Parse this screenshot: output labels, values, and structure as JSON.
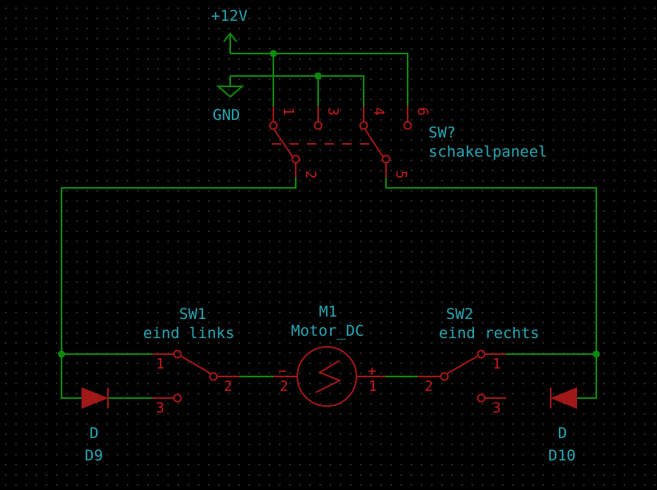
{
  "power": {
    "vcc_label": "+12V",
    "gnd_label": "GND"
  },
  "panel_switch": {
    "ref": "SW?",
    "value": "schakelpaneel",
    "pins": [
      "1",
      "3",
      "4",
      "6",
      "2",
      "5"
    ]
  },
  "sw1": {
    "ref": "SW1",
    "value": "eind links",
    "pins": [
      "1",
      "2",
      "3"
    ]
  },
  "sw2": {
    "ref": "SW2",
    "value": "eind rechts",
    "pins": [
      "1",
      "2",
      "3"
    ]
  },
  "motor": {
    "ref": "M1",
    "value": "Motor_DC",
    "minus": "−",
    "plus": "+",
    "pin_minus": "2",
    "pin_plus": "1"
  },
  "d9": {
    "value": "D",
    "ref": "D9"
  },
  "d10": {
    "value": "D",
    "ref": "D10"
  },
  "colors": {
    "wire": "#0b8a0b",
    "component": "#a01818",
    "pin_number": "#c21b1b",
    "label": "#27a6b2",
    "background": "#000000"
  }
}
